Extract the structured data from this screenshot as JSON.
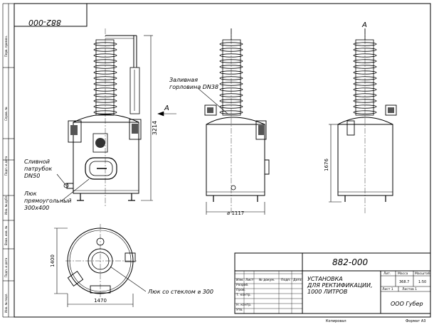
{
  "drawing_number": "882-000",
  "drawing_number_rotated": "882-000",
  "titles": {
    "line1": "УСТАНОВКА",
    "line2": "ДЛЯ РЕКТИФИКАЦИИ,",
    "line3": "1000 ЛИТРОВ"
  },
  "company": "ООО Губер",
  "stamp_headers": {
    "lit": "Лит.",
    "mass": "Масса",
    "scale": "Масштаб",
    "mass_value": "368.7",
    "scale_value": "1:50",
    "sheet": "Лист 1",
    "sheets": "Листов 1"
  },
  "stamp_rows": {
    "izm": "Изм.",
    "list": "Лист",
    "doc": "№ докум.",
    "sign": "Подп.",
    "date": "Дата",
    "razrab": "Разраб.",
    "prov": "Пров.",
    "tkontr": "Т. контр.",
    "nkontr": "Н. контр.",
    "utv": "Утв."
  },
  "footer": {
    "copied": "Копировал",
    "format": "Формат А3"
  },
  "side_strip": {
    "perv": "Перв. примен.",
    "sprav": "Справ. №",
    "podp_data_1": "Подп. и дата",
    "inv_dubl": "Инв. № дубл.",
    "vzam": "Взам. инв. №",
    "podp_data_2": "Подп. и дата",
    "inv_podl": "Инв. № подл."
  },
  "annotations": {
    "sliv_1": "Сливной",
    "sliv_2": "патрубок",
    "sliv_3": "DN50",
    "lyuk_1": "Люк",
    "lyuk_2": "прямоугольный",
    "lyuk_3": "300x400",
    "zaliv_1": "Заливная",
    "zaliv_2": "горловина DN38",
    "lyuk_glass": "Люк со стеклом ⌀ 300",
    "view_a1": "A",
    "view_a2": "A"
  },
  "dimensions": {
    "height_1": "3214",
    "height_2": "1676",
    "diameter": "⌀ 1117",
    "depth": "1400",
    "width": "1470"
  }
}
